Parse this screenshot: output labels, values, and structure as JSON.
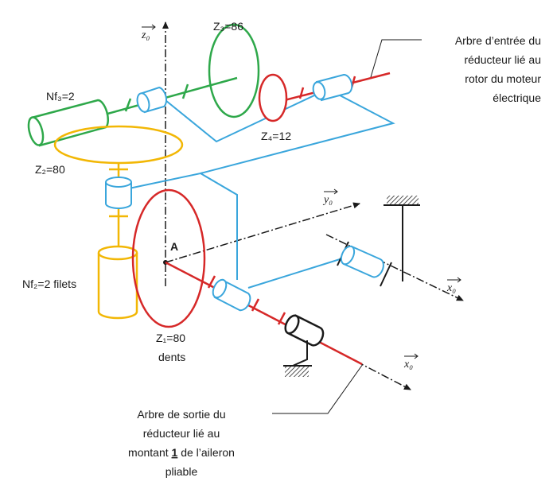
{
  "labels": {
    "z0": "z0",
    "y0": "y0",
    "x0_right": "x0",
    "x0_bottom": "x0",
    "z3": "Z3=86",
    "z4": "Z4=12",
    "z2": "Z2=80",
    "z1_line1": "Z1=80",
    "z1_line2": "dents",
    "nf3": "Nf3=2",
    "nf2": "Nf2=2 filets",
    "point_a": "A",
    "input_shaft": [
      "Arbre d’entrée du",
      "réducteur lié au",
      "rotor du moteur",
      "électrique"
    ],
    "output_shaft_line1": "Arbre de sortie du",
    "output_shaft_line2": "réducteur lié au",
    "output_shaft_line3_pre": "montant ",
    "output_shaft_line3_num": "1",
    "output_shaft_line3_post": " de l’aileron",
    "output_shaft_line4": "pliable"
  },
  "colors": {
    "green": "#2ea84a",
    "red": "#d62828",
    "blue": "#3aa6dc",
    "yellow": "#f2b705",
    "black": "#1a1a1a"
  }
}
